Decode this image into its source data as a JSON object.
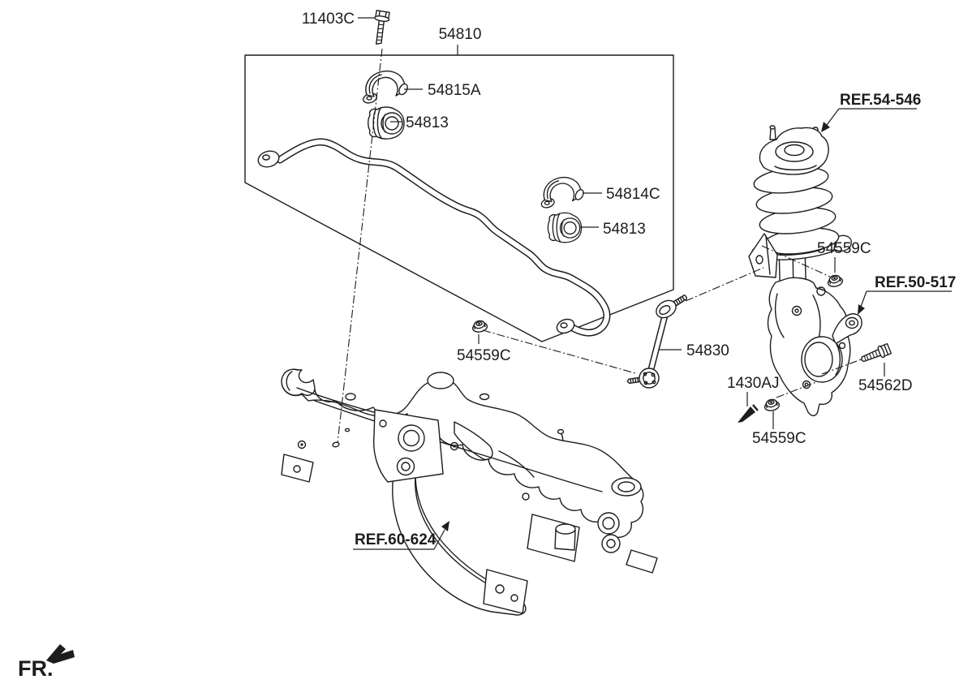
{
  "diagram": {
    "type": "suspension-parts-diagram",
    "line_color": "#1d1d1d",
    "background_color": "#ffffff"
  },
  "labels": {
    "bolt_top": "11403C",
    "assembly": "54810",
    "bracket_upper": "54815A",
    "bushing_upper": "54813",
    "bracket_right": "54814C",
    "bushing_right": "54813",
    "nut_mid": "54559C",
    "nut_top": "54559C",
    "nut_bottom": "54559C",
    "link": "54830",
    "pin": "1430AJ",
    "bolt_knuckle": "54562D",
    "ref_strut": "REF.54-546",
    "ref_knuckle": "REF.50-517",
    "ref_subframe": "REF.60-624",
    "front_marker": "FR."
  }
}
